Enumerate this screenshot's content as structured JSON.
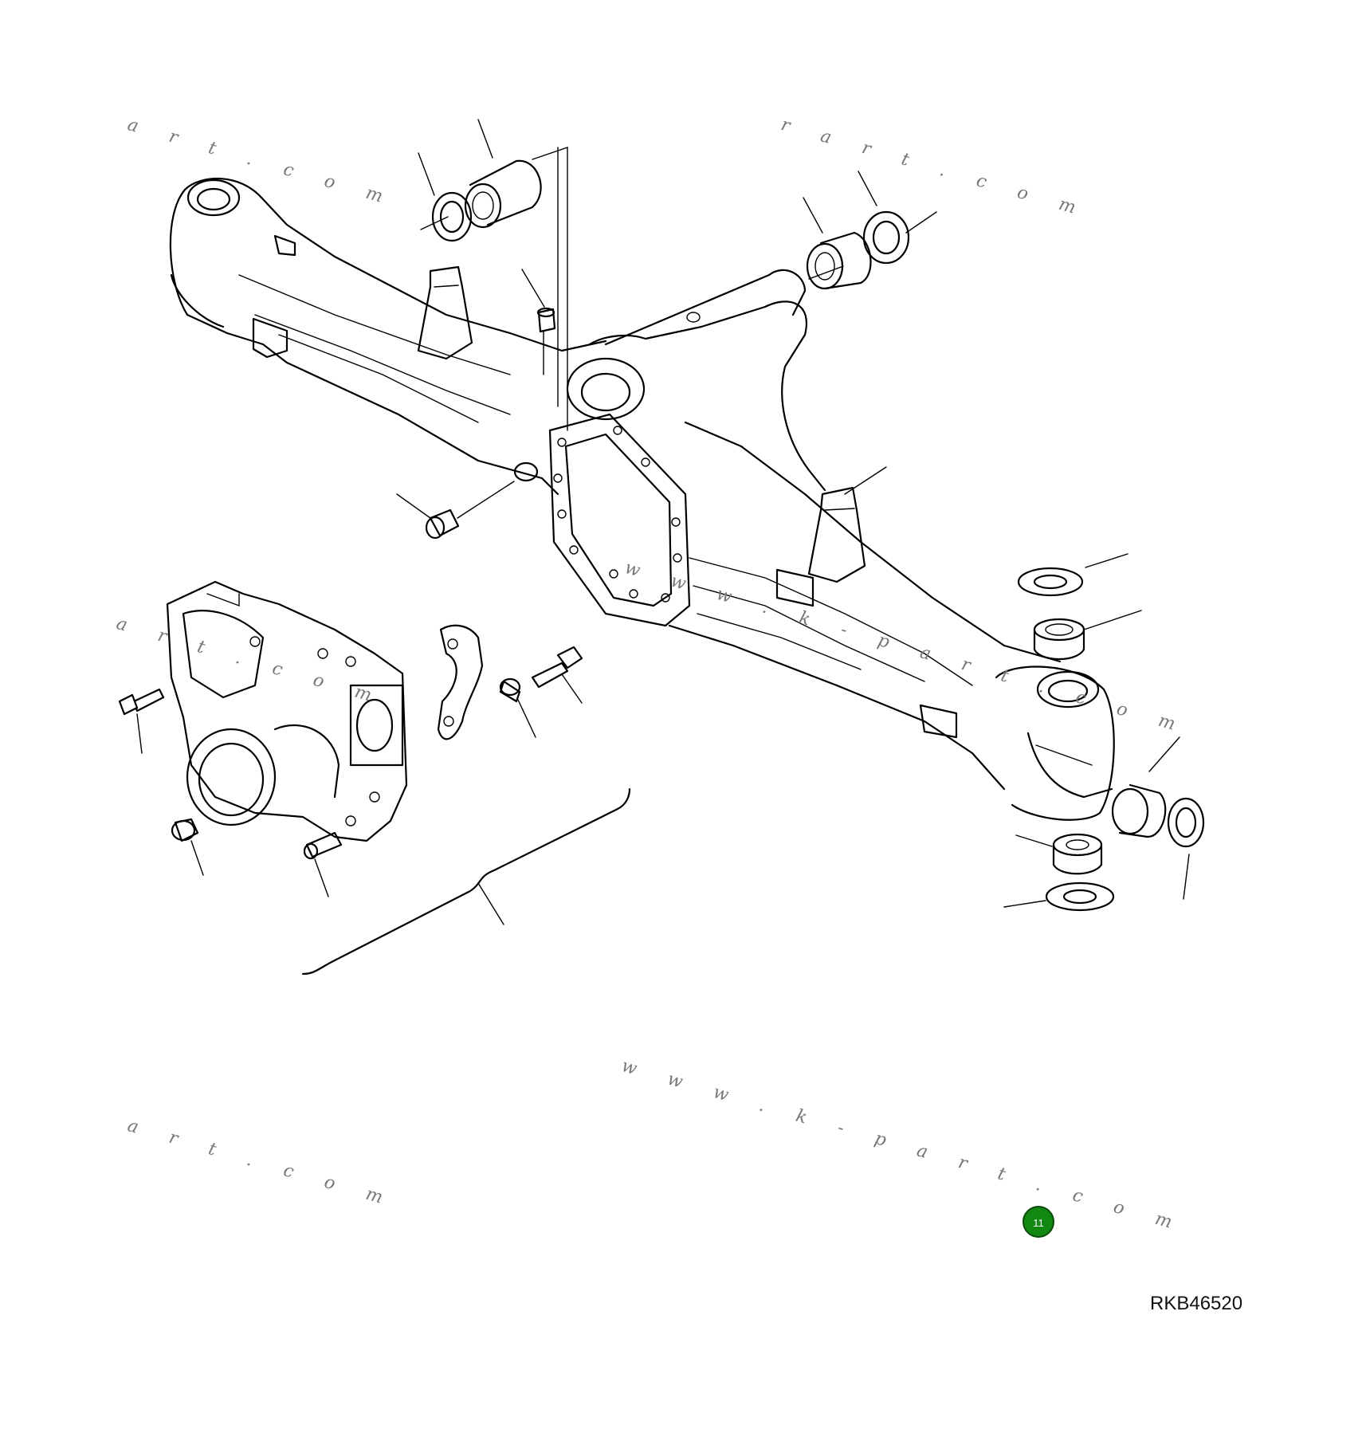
{
  "watermarks": [
    {
      "id": "tl",
      "text": "a r t . c o m"
    },
    {
      "id": "tr",
      "text": "r a r t . c o m"
    },
    {
      "id": "center",
      "text": "w w w . k - p a r t . c o m"
    },
    {
      "id": "left",
      "text": "a r t . c o m"
    },
    {
      "id": "bottom-center",
      "text": "w w w . k - p a r t . c o m"
    },
    {
      "id": "bottom-left",
      "text": "a r t . c o m"
    }
  ],
  "page_badge": {
    "label": "11",
    "color": "#118811"
  },
  "figure_code": "RKB46520"
}
